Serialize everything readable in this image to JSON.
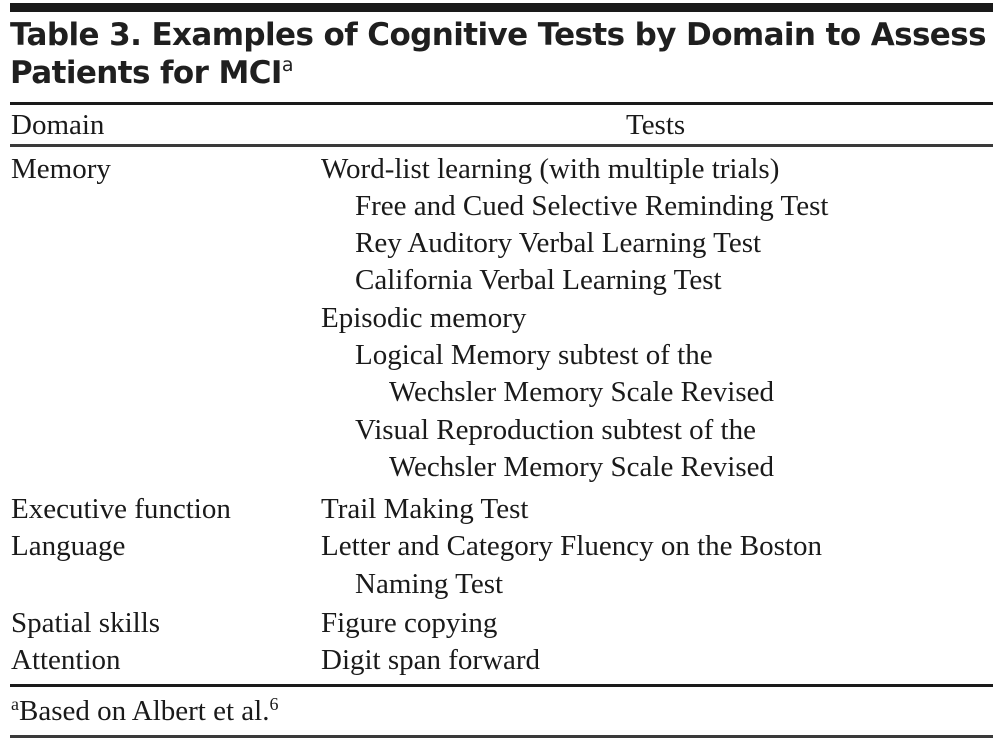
{
  "table": {
    "title": "Table 3. Examples of Cognitive Tests by Domain to Assess",
    "title_line2": "Patients for MCI",
    "title_superscript": "a",
    "headers": {
      "domain": "Domain",
      "tests": "Tests"
    },
    "rows": [
      {
        "domain": "Memory",
        "tests": [
          {
            "text": "Word-list learning (with multiple trials)",
            "indent": 0
          },
          {
            "text": "Free and Cued Selective Reminding Test",
            "indent": 1
          },
          {
            "text": "Rey Auditory Verbal Learning Test",
            "indent": 1
          },
          {
            "text": "California Verbal Learning Test",
            "indent": 1
          },
          {
            "text": "Episodic memory",
            "indent": 0
          },
          {
            "text": "Logical Memory subtest of the",
            "indent": 1
          },
          {
            "text": "Wechsler Memory Scale Revised",
            "indent": 2
          },
          {
            "text": "Visual Reproduction subtest of the",
            "indent": 1
          },
          {
            "text": "Wechsler Memory Scale Revised",
            "indent": 2
          }
        ]
      },
      {
        "domain": "Executive function",
        "tests": [
          {
            "text": "Trail Making Test",
            "indent": 0
          }
        ]
      },
      {
        "domain": "Language",
        "tests": [
          {
            "text": "Letter and Category Fluency on the Boston",
            "indent": 0
          },
          {
            "text": "Naming Test",
            "indent": 1
          }
        ]
      },
      {
        "domain": "Spatial skills",
        "tests": [
          {
            "text": "Figure copying",
            "indent": 0
          }
        ]
      },
      {
        "domain": "Attention",
        "tests": [
          {
            "text": "Digit span forward",
            "indent": 0
          }
        ]
      }
    ],
    "footnote": {
      "marker": "a",
      "text": "Based on Albert et al.",
      "reference": "6"
    }
  }
}
